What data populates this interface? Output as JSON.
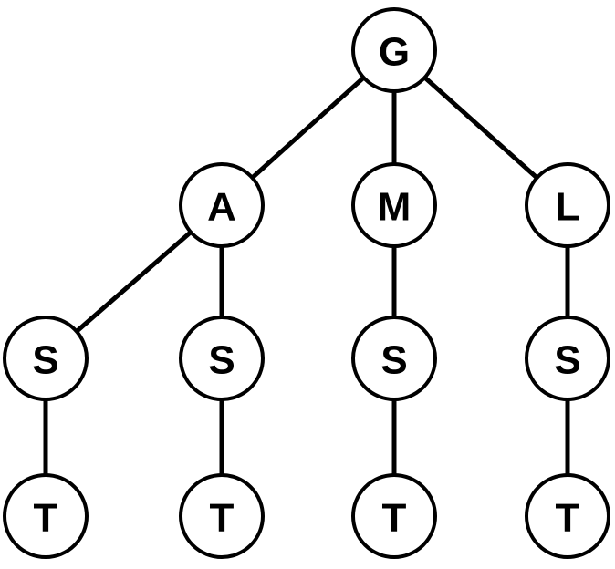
{
  "tree": {
    "nodes": [
      {
        "id": "g",
        "label": "G"
      },
      {
        "id": "a",
        "label": "A"
      },
      {
        "id": "m",
        "label": "M"
      },
      {
        "id": "l",
        "label": "L"
      },
      {
        "id": "s1",
        "label": "S"
      },
      {
        "id": "s2",
        "label": "S"
      },
      {
        "id": "s3",
        "label": "S"
      },
      {
        "id": "s4",
        "label": "S"
      },
      {
        "id": "t1",
        "label": "T"
      },
      {
        "id": "t2",
        "label": "T"
      },
      {
        "id": "t3",
        "label": "T"
      },
      {
        "id": "t4",
        "label": "T"
      }
    ],
    "edges": [
      {
        "from": "g",
        "to": "a"
      },
      {
        "from": "g",
        "to": "m"
      },
      {
        "from": "g",
        "to": "l"
      },
      {
        "from": "a",
        "to": "s1"
      },
      {
        "from": "a",
        "to": "s2"
      },
      {
        "from": "m",
        "to": "s3"
      },
      {
        "from": "l",
        "to": "s4"
      },
      {
        "from": "s1",
        "to": "t1"
      },
      {
        "from": "s2",
        "to": "t2"
      },
      {
        "from": "s3",
        "to": "t3"
      },
      {
        "from": "s4",
        "to": "t4"
      }
    ]
  }
}
